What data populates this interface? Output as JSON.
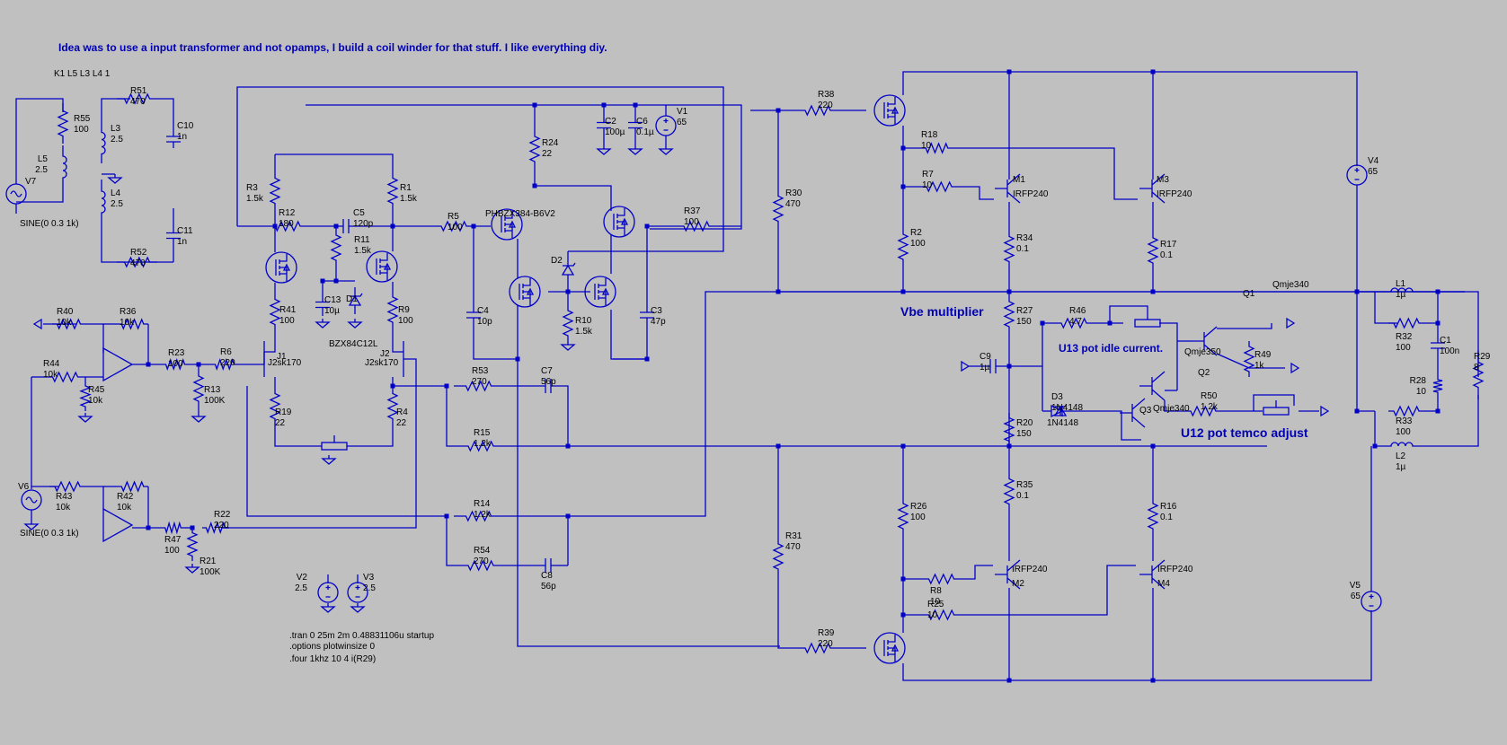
{
  "colors": {
    "background": "#c0c0c0",
    "wire": "#0000c8",
    "label": "#000000",
    "annotation": "#0000b4"
  },
  "annotations": {
    "note": "Idea was to use a input transformer and not opamps, I build a coil winder for that stuff. I like everything diy.",
    "coupling": "K1 L5 L3 L4 1",
    "vbe": "Vbe multiplier",
    "u13": "U13 pot idle current.",
    "u12": "U12 pot temco adjust",
    "sim1": ".tran 0 25m 2m 0.48831106u startup",
    "sim2": ".options plotwinsize 0",
    "sim3": ".four 1khz 10 4 i(R29)"
  },
  "components": [
    {
      "ref": "R55",
      "val": "100"
    },
    {
      "ref": "R51",
      "val": "470"
    },
    {
      "ref": "C10",
      "val": "1n"
    },
    {
      "ref": "L3",
      "val": "2.5"
    },
    {
      "ref": "L5",
      "val": "2.5"
    },
    {
      "ref": "L4",
      "val": "2.5"
    },
    {
      "ref": "V7",
      "val": "SINE(0 0.3 1k)"
    },
    {
      "ref": "C11",
      "val": "1n"
    },
    {
      "ref": "R52",
      "val": "470"
    },
    {
      "ref": "R3",
      "val": "1.5k"
    },
    {
      "ref": "R12",
      "val": "180"
    },
    {
      "ref": "C5",
      "val": "120p"
    },
    {
      "ref": "R1",
      "val": "1.5k"
    },
    {
      "ref": "R11",
      "val": "1.5k"
    },
    {
      "ref": "C13",
      "val": "10µ"
    },
    {
      "ref": "D1",
      "val": "BZX84C12L"
    },
    {
      "ref": "R41",
      "val": "100"
    },
    {
      "ref": "R9",
      "val": "100"
    },
    {
      "ref": "J1",
      "val": "J2sk170"
    },
    {
      "ref": "J2",
      "val": "J2sk170"
    },
    {
      "ref": "R19",
      "val": "22"
    },
    {
      "ref": "R4",
      "val": "22"
    },
    {
      "ref": "R24",
      "val": "22"
    },
    {
      "ref": "C2",
      "val": "100µ"
    },
    {
      "ref": "C6",
      "val": "0.1µ"
    },
    {
      "ref": "V1",
      "val": "65"
    },
    {
      "ref": "R5",
      "val": "100"
    },
    {
      "ref": "D2",
      "val": "PHBZX384-B6V2"
    },
    {
      "ref": "R37",
      "val": "100"
    },
    {
      "ref": "R10",
      "val": "1.5k"
    },
    {
      "ref": "C4",
      "val": "10p"
    },
    {
      "ref": "C3",
      "val": "47p"
    },
    {
      "ref": "R53",
      "val": "270"
    },
    {
      "ref": "C7",
      "val": "56p"
    },
    {
      "ref": "R15",
      "val": "1.2k"
    },
    {
      "ref": "R14",
      "val": "1.2k"
    },
    {
      "ref": "R54",
      "val": "270"
    },
    {
      "ref": "C8",
      "val": "56p"
    },
    {
      "ref": "R40",
      "val": "10k"
    },
    {
      "ref": "R36",
      "val": "10k"
    },
    {
      "ref": "R44",
      "val": "10k"
    },
    {
      "ref": "R45",
      "val": "10k"
    },
    {
      "ref": "R23",
      "val": "100"
    },
    {
      "ref": "R6",
      "val": "220"
    },
    {
      "ref": "R13",
      "val": "100K"
    },
    {
      "ref": "R43",
      "val": "10k"
    },
    {
      "ref": "R42",
      "val": "10k"
    },
    {
      "ref": "V6",
      "val": "SINE(0 0.3 1k)"
    },
    {
      "ref": "R47",
      "val": "100"
    },
    {
      "ref": "R22",
      "val": "220"
    },
    {
      "ref": "R21",
      "val": "100K"
    },
    {
      "ref": "V2",
      "val": "2.5"
    },
    {
      "ref": "V3",
      "val": "2.5"
    },
    {
      "ref": "R38",
      "val": "220"
    },
    {
      "ref": "R30",
      "val": "470"
    },
    {
      "ref": "R31",
      "val": "470"
    },
    {
      "ref": "R39",
      "val": "220"
    },
    {
      "ref": "R18",
      "val": "10"
    },
    {
      "ref": "R7",
      "val": "10"
    },
    {
      "ref": "M1",
      "val": "IRFP240"
    },
    {
      "ref": "M3",
      "val": "IRFP240"
    },
    {
      "ref": "R2",
      "val": "100"
    },
    {
      "ref": "R34",
      "val": "0.1"
    },
    {
      "ref": "R17",
      "val": "0.1"
    },
    {
      "ref": "R27",
      "val": "150"
    },
    {
      "ref": "R46",
      "val": "4.7"
    },
    {
      "ref": "Q1",
      "val": "Qmje340"
    },
    {
      "ref": "Q2",
      "val": "Qmje350"
    },
    {
      "ref": "R49",
      "val": "1k"
    },
    {
      "ref": "C9",
      "val": "1µ"
    },
    {
      "ref": "D3",
      "val": "1N4148"
    },
    {
      "ref": "Q3",
      "val": "Qmje340"
    },
    {
      "ref": "R50",
      "val": "1.2k"
    },
    {
      "ref": "R20",
      "val": "150"
    },
    {
      "ref": "R35",
      "val": "0.1"
    },
    {
      "ref": "R16",
      "val": "0.1"
    },
    {
      "ref": "R26",
      "val": "100"
    },
    {
      "ref": "R8",
      "val": "10"
    },
    {
      "ref": "M2",
      "val": "IRFP240"
    },
    {
      "ref": "M4",
      "val": "IRFP240"
    },
    {
      "ref": "R25",
      "val": "10"
    },
    {
      "ref": "V4",
      "val": "65"
    },
    {
      "ref": "V5",
      "val": "65"
    },
    {
      "ref": "L1",
      "val": "1µ"
    },
    {
      "ref": "R32",
      "val": "100"
    },
    {
      "ref": "C1",
      "val": "100n"
    },
    {
      "ref": "R28",
      "val": "10"
    },
    {
      "ref": "R29",
      "val": "8"
    },
    {
      "ref": "R33",
      "val": "100"
    },
    {
      "ref": "L2",
      "val": "1µ"
    }
  ]
}
